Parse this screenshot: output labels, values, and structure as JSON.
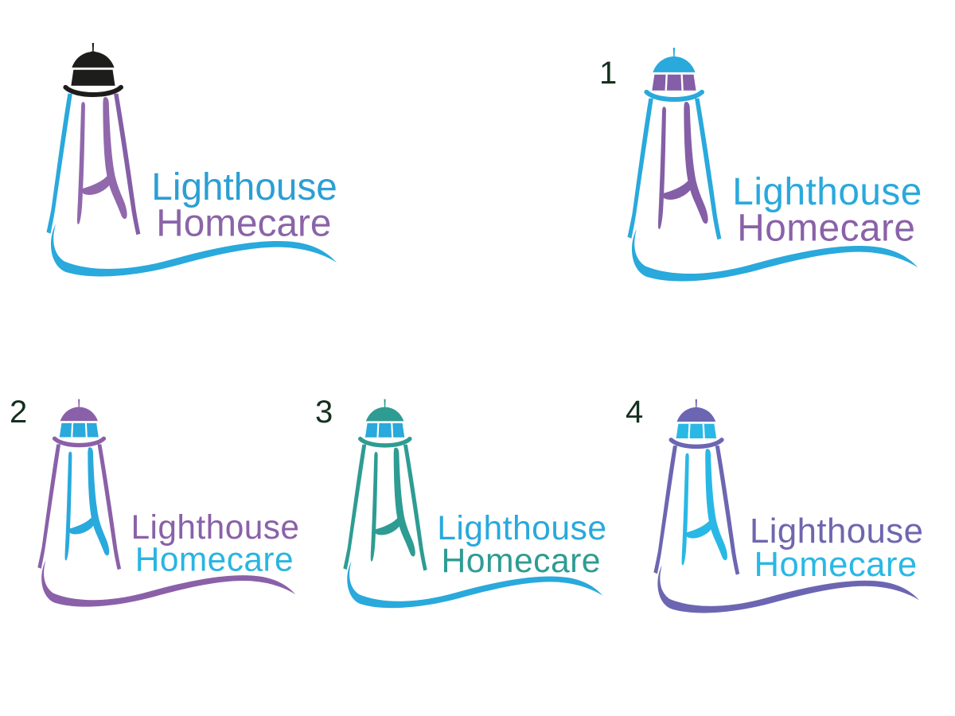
{
  "sheet": {
    "description_words": [
      "Lighthouse",
      "Homecare"
    ],
    "background_color": "#ffffff",
    "variant_number_color": "#14301e"
  },
  "logos": [
    {
      "id": "original",
      "number": "",
      "style": "classic",
      "word1": "Lighthouse",
      "word2": "Homecare",
      "colors": {
        "cap": "#1d1d1b",
        "lantern": "#1d1d1b",
        "gallery": "#1d1d1b",
        "outline_left": "#29a9dc",
        "outline_right": "#845ea6",
        "bar_left": "#9168ac",
        "monogram": "#9168ac",
        "wave": "#29a9dc",
        "word1": "#2b9fd3",
        "word2": "#8a64a8"
      }
    },
    {
      "id": "concept-1",
      "number": "1",
      "style": "modern",
      "word1": "Lighthouse",
      "word2": "Homecare",
      "colors": {
        "cap": "#29a9dc",
        "lantern": "#845ea6",
        "gallery": "#29a9dc",
        "outline_left": "#29a9dc",
        "outline_right": "#29a9dc",
        "bar_left": "#845ea6",
        "monogram": "#845ea6",
        "wave": "#29a9dc",
        "word1": "#29a9dc",
        "word2": "#8a61a8"
      }
    },
    {
      "id": "concept-2",
      "number": "2",
      "style": "modern",
      "word1": "Lighthouse",
      "word2": "Homecare",
      "colors": {
        "cap": "#8a61a8",
        "lantern": "#29a9dc",
        "gallery": "#8a61a8",
        "outline_left": "#8a61a8",
        "outline_right": "#8a61a8",
        "bar_left": "#29a9dc",
        "monogram": "#29a9dc",
        "wave": "#8a61a8",
        "word1": "#8a61a8",
        "word2": "#29b5e0"
      }
    },
    {
      "id": "concept-3",
      "number": "3",
      "style": "modern",
      "word1": "Lighthouse",
      "word2": "Homecare",
      "colors": {
        "cap": "#2e9c92",
        "lantern": "#29a9dc",
        "gallery": "#2e9c92",
        "outline_left": "#2e9c92",
        "outline_right": "#2e9c92",
        "bar_left": "#2e9c92",
        "monogram": "#2e9c92",
        "wave": "#29a9dc",
        "word1": "#29a9dc",
        "word2": "#2e9c92"
      }
    },
    {
      "id": "concept-4",
      "number": "4",
      "style": "modern",
      "word1": "Lighthouse",
      "word2": "Homecare",
      "colors": {
        "cap": "#6c66b2",
        "lantern": "#29b8e5",
        "gallery": "#6c66b2",
        "outline_left": "#6c66b2",
        "outline_right": "#6c66b2",
        "bar_left": "#29b8e5",
        "monogram": "#29b8e5",
        "wave": "#6c66b2",
        "word1": "#6f66ae",
        "word2": "#29b8e5"
      }
    }
  ]
}
